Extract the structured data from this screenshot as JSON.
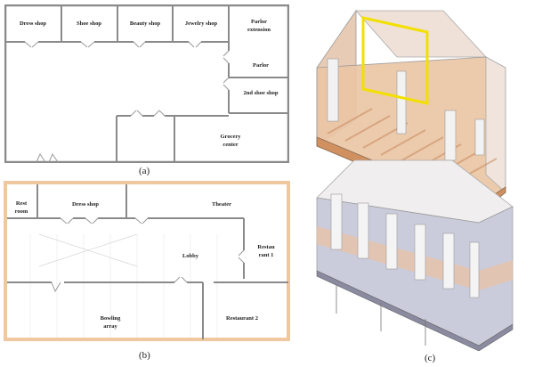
{
  "figure": {
    "panel_a": {
      "caption": "(a)",
      "rooms": {
        "dress_shop": "Dress shop",
        "shoe_shop": "Shoe shop",
        "beauty_shop": "Beauty shop",
        "jewelry_shop": "Jewelry shop",
        "parlor_extension_1": "Parlor",
        "parlor_extension_2": "extension",
        "parlor": "Parlor",
        "second_shoe_shop": "2nd shoe shop",
        "grocery_1": "Grocery",
        "grocery_2": "center"
      }
    },
    "panel_b": {
      "caption": "(b)",
      "rooms": {
        "rest_room_1": "Rest",
        "rest_room_2": "room",
        "dress_shop": "Dress shop",
        "theater": "Theater",
        "lobby": "Lobby",
        "restaurant_1_a": "Restau",
        "restaurant_1_b": "rant 1",
        "bowling_1": "Bowling",
        "bowling_2": "array",
        "restaurant_2": "Restaurant 2"
      },
      "colors": {
        "outer_wall": "#f0c8a0"
      }
    },
    "panel_c": {
      "caption": "(c)",
      "colors": {
        "highlight": "#f2e000",
        "upper_floor": "#e8b890",
        "lower_floor": "#b8bcd0"
      }
    }
  }
}
